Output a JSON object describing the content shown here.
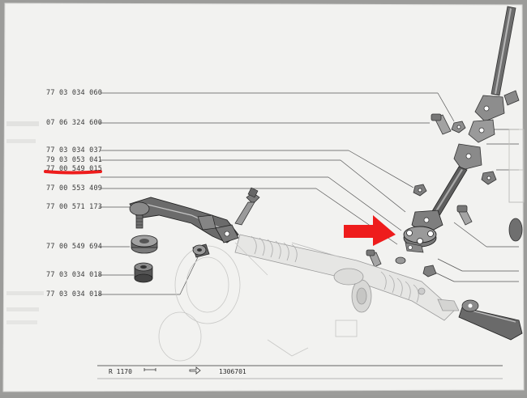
{
  "part_numbers": [
    "77 03 034 060",
    "07 06 324 600",
    "77 03 034 037",
    "79 03 053 041",
    "77 00 549 015",
    "77 00 553 409",
    "77 00 571 173",
    "77 00 549 694",
    "77 03 034 018",
    "77 03 034 018"
  ],
  "highlighted_part": "77 00 549 015",
  "footer": {
    "model": "R 1170",
    "serial": "1306701"
  },
  "colors": {
    "highlight": "#ee1c1c",
    "paper": "#f1f1ef",
    "ink": "#333333"
  },
  "icons": {
    "pointer": "red-arrow-icon"
  }
}
